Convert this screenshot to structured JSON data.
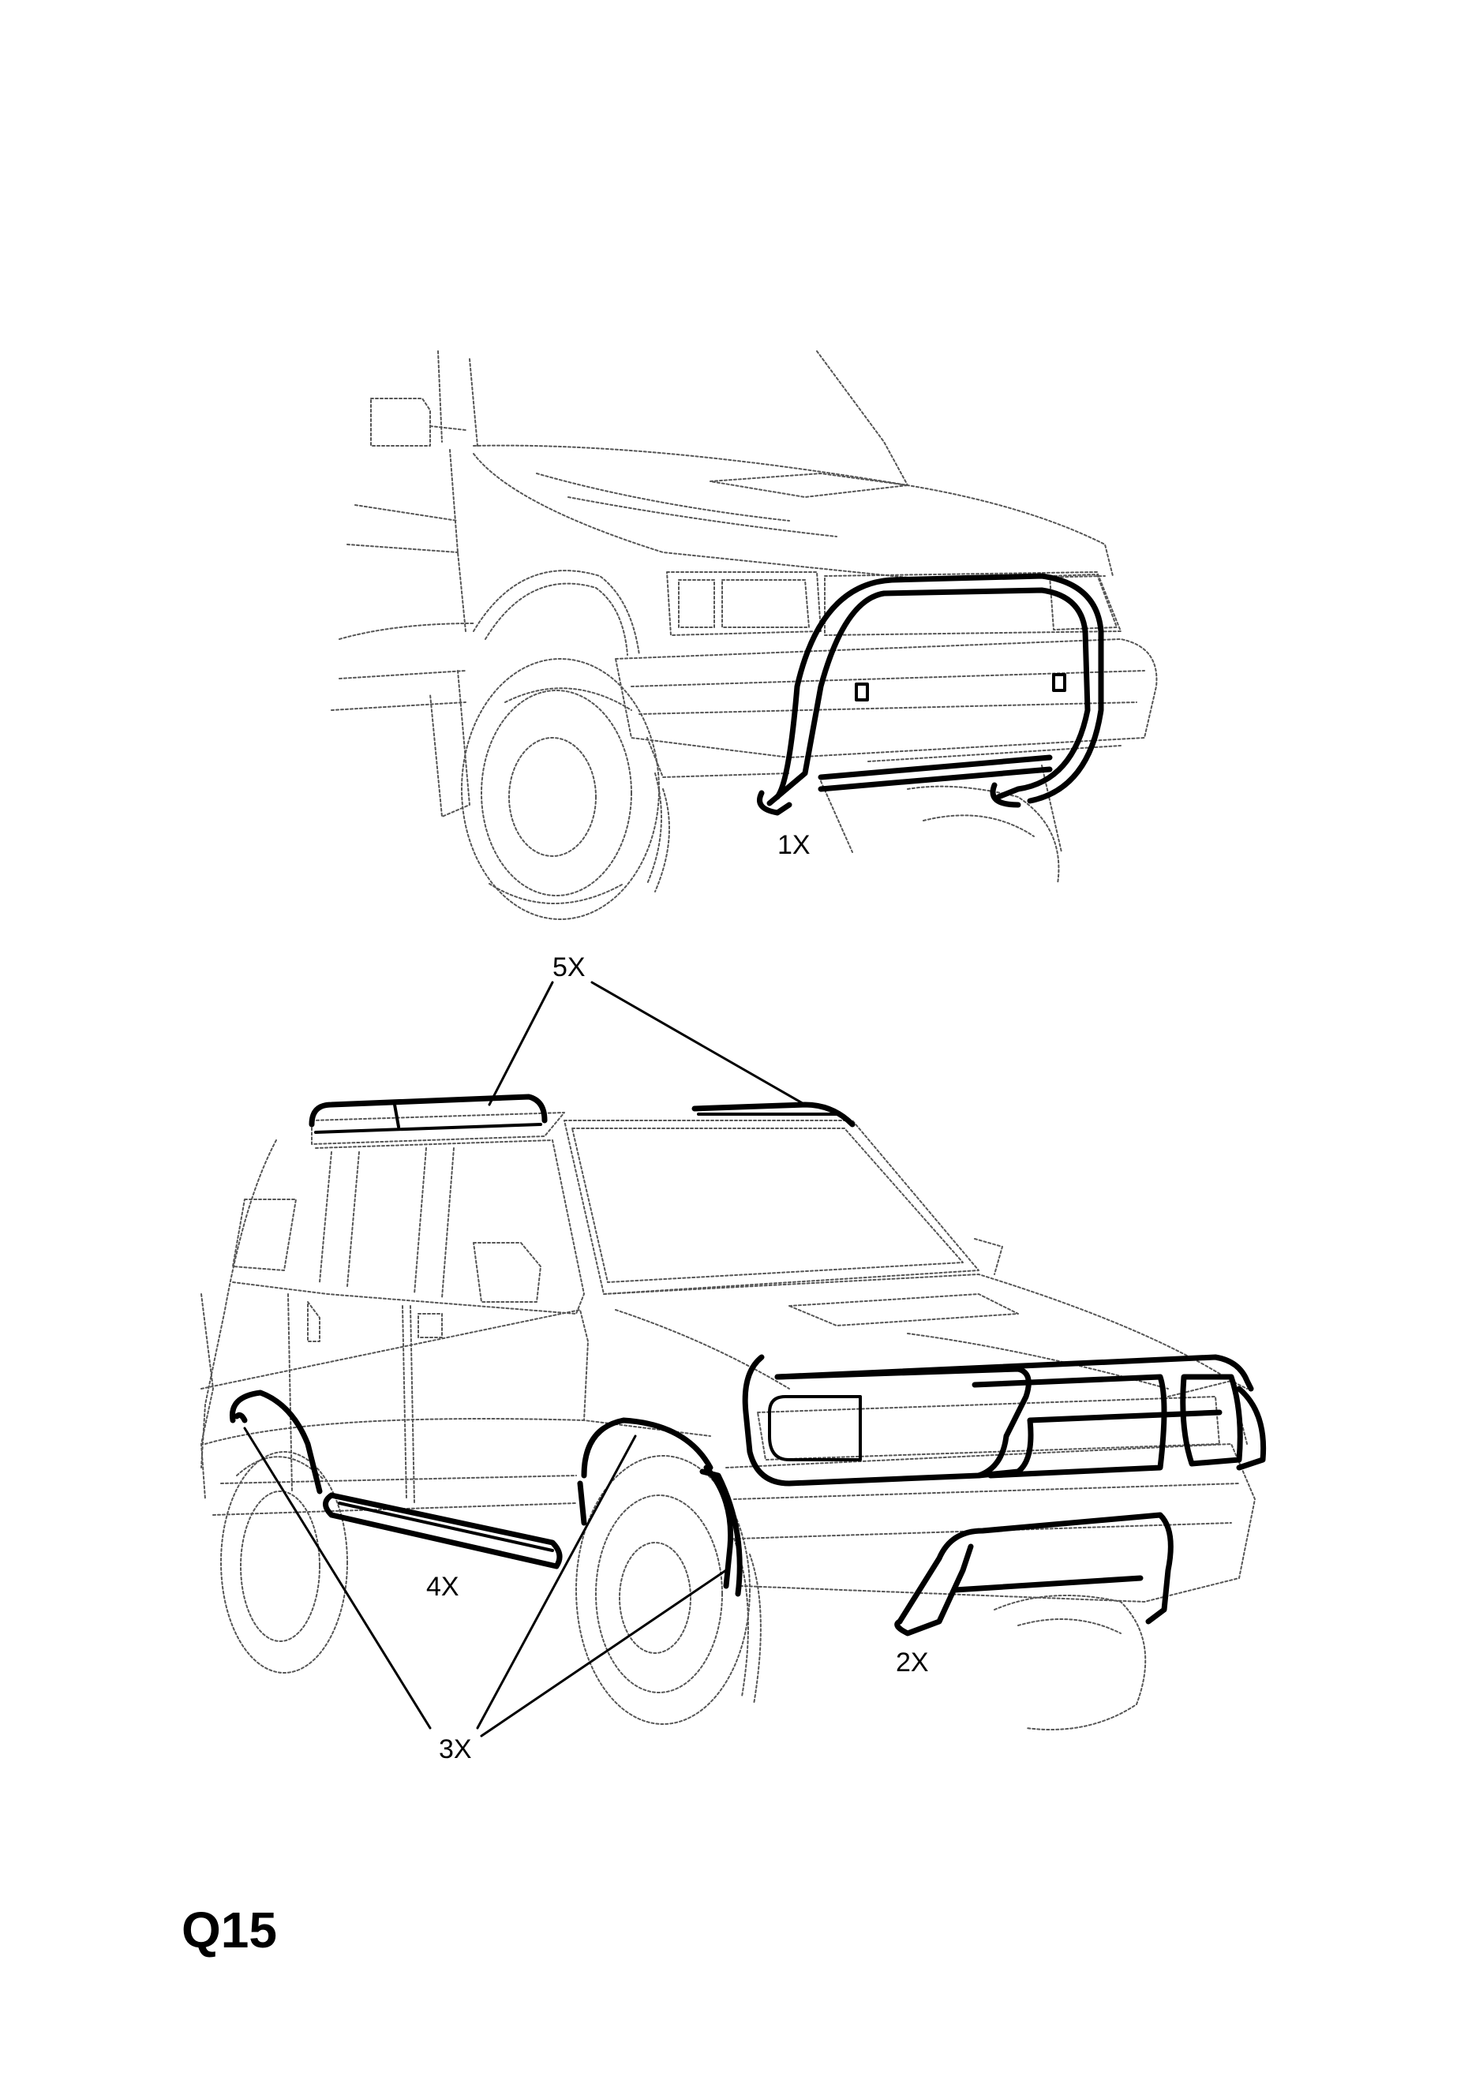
{
  "page": {
    "code": "Q15"
  },
  "callouts": [
    {
      "id": "1",
      "label": "1X"
    },
    {
      "id": "2",
      "label": "2X"
    },
    {
      "id": "3",
      "label": "3X"
    },
    {
      "id": "4",
      "label": "4X"
    },
    {
      "id": "5",
      "label": "5X"
    }
  ],
  "colors": {
    "line": "#000000",
    "sketch": "#555555",
    "background": "#ffffff"
  }
}
